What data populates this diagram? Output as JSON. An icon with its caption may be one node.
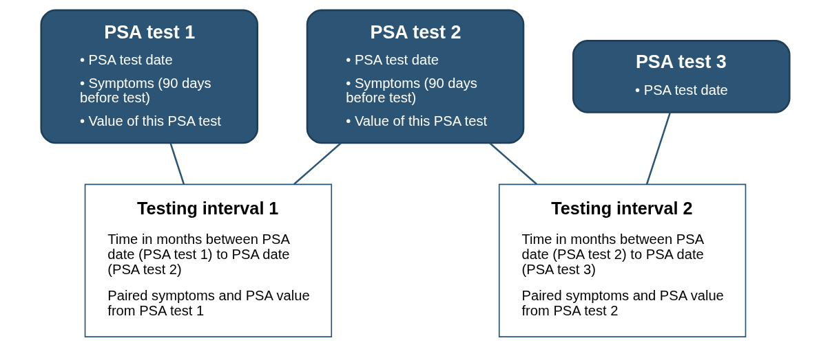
{
  "diagram": {
    "nodes": [
      {
        "text": [
          "PSA test 1",
          "• PSA test date",
          "• Symptoms (90 days before test)",
          "• Value of this PSA test"
        ]
      },
      {
        "text": [
          "PSA test 2",
          "• PSA test date",
          "• Symptoms (90 days before test)",
          "• Value of this PSA test"
        ]
      },
      {
        "text": [
          "PSA test 3",
          "• PSA test date"
        ]
      },
      {
        "text": [
          "Testing interval 1",
          "Time in months between PSA date (PSA test 1) to PSA date (PSA test 2)",
          "Paired symptoms and PSA value from PSA test 1"
        ]
      },
      {
        "text": [
          "Testing interval 2",
          "Time in months between PSA date (PSA test 2) to PSA date (PSA test 3)",
          "Paired symptoms and PSA value from PSA test 2"
        ]
      }
    ],
    "edges": [
      {
        "from": 0,
        "to": 3,
        "arrow": "none"
      },
      {
        "from": 1,
        "to": 3,
        "arrow": "none"
      },
      {
        "from": 1,
        "to": 4,
        "arrow": "none"
      },
      {
        "from": 2,
        "to": 4,
        "arrow": "none"
      }
    ]
  }
}
